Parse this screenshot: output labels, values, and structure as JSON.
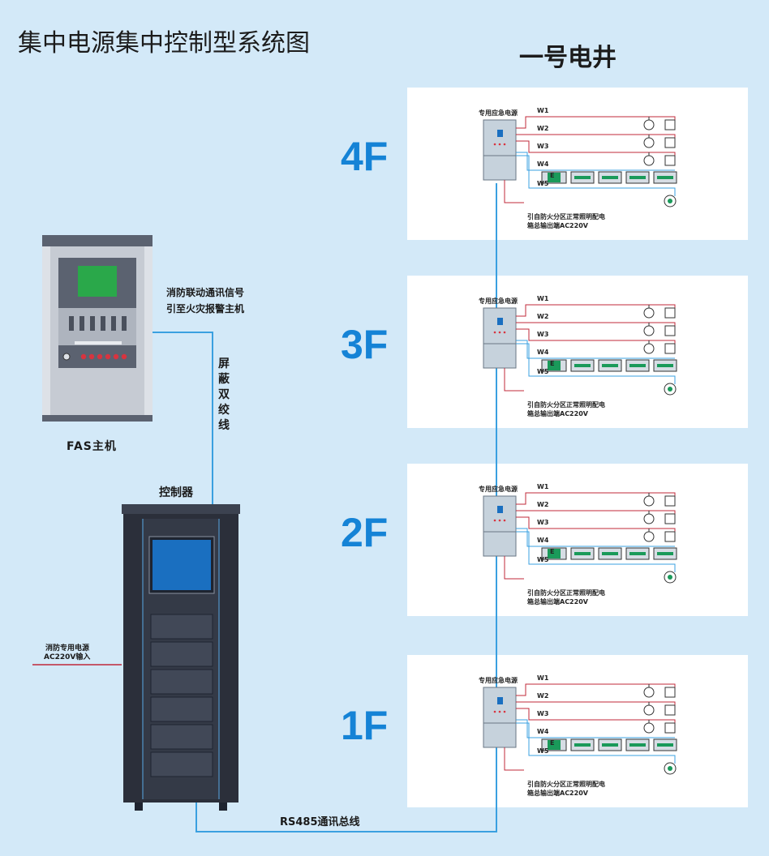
{
  "title": "集中电源集中控制型系统图",
  "shaft_title": "一号电井",
  "fas": {
    "label": "FAS主机"
  },
  "controller": {
    "label": "控制器"
  },
  "signal_note": {
    "line1": "消防联动通讯信号",
    "line2": "引至火灾报警主机"
  },
  "twisted_pair_chars": [
    "屏",
    "蔽",
    "双",
    "绞",
    "线"
  ],
  "power_input": {
    "line1": "消防专用电源",
    "line2": "AC220V输入"
  },
  "bus_label": "RS485通讯总线",
  "floor_panel": {
    "eps_label": "专用应急电源",
    "circuits": [
      "W1",
      "W2",
      "W3",
      "W4",
      "W5"
    ],
    "source_line1": "引自防火分区正常照明配电",
    "source_line2": "箱总输出端AC220V",
    "exit_sign_letter": "E"
  },
  "floors": [
    {
      "name": "4F"
    },
    {
      "name": "3F"
    },
    {
      "name": "2F"
    },
    {
      "name": "1F"
    }
  ],
  "colors": {
    "background": "#d3e9f8",
    "floor_text": "#1583d6",
    "bus_line": "#3aa0e0",
    "power_line": "#c0283a",
    "exit_sign_green": "#1a9a5a",
    "cabinet_dark": "#2b2f3a",
    "cabinet_screen": "#1a6fc0",
    "fas_screen": "#2aa84a"
  }
}
